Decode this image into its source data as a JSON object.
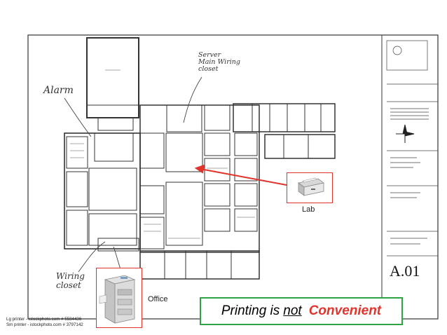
{
  "handwritten": {
    "alarm": "Alarm",
    "server": "Server\nMain Wiring\ncloset",
    "wiring": "Wiring\ncloset"
  },
  "callouts": {
    "lab": "Lab",
    "office": "Office"
  },
  "banner": {
    "part1": "Printing is",
    "part2": "not",
    "part3": "Convenient"
  },
  "credits": {
    "line1": "Lg printer - istockphoto.com # 5584436",
    "line2": "Sm printer - istockphoto.com # 3797142"
  },
  "title_block": {
    "sheet_number": "A.01"
  },
  "colors": {
    "arrow": "#e0342c",
    "callout_border": "#e0342c",
    "banner_border": "#2fa343",
    "emphasis": "#e0342c"
  }
}
